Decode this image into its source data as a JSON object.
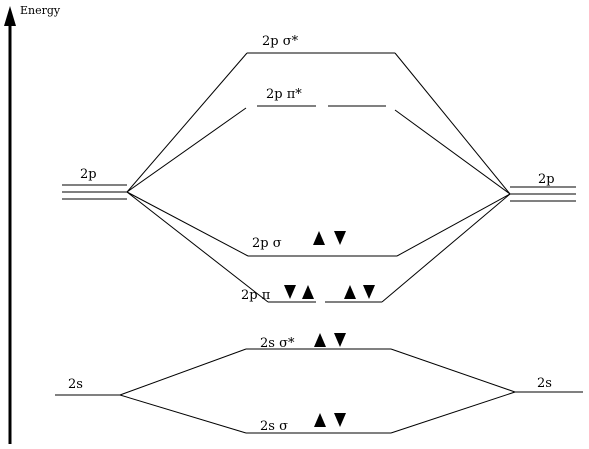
{
  "axis": {
    "label": "Energy"
  },
  "atomic": {
    "left_2p": "2p",
    "right_2p": "2p",
    "left_2s": "2s",
    "right_2s": "2s"
  },
  "molecular": {
    "sigma_2p_star": {
      "label": "2p σ*",
      "electrons": []
    },
    "pi_2p_star": {
      "label": "2p π*",
      "electrons": []
    },
    "sigma_2p": {
      "label": "2p σ",
      "electrons": [
        "up",
        "down"
      ]
    },
    "pi_2p": {
      "label": "2p π",
      "electrons": [
        "down",
        "up",
        "up",
        "down"
      ]
    },
    "sigma_2s_star": {
      "label": "2s σ*",
      "electrons": [
        "up",
        "down"
      ]
    },
    "sigma_2s": {
      "label": "2s σ",
      "electrons": [
        "up",
        "down"
      ]
    }
  }
}
